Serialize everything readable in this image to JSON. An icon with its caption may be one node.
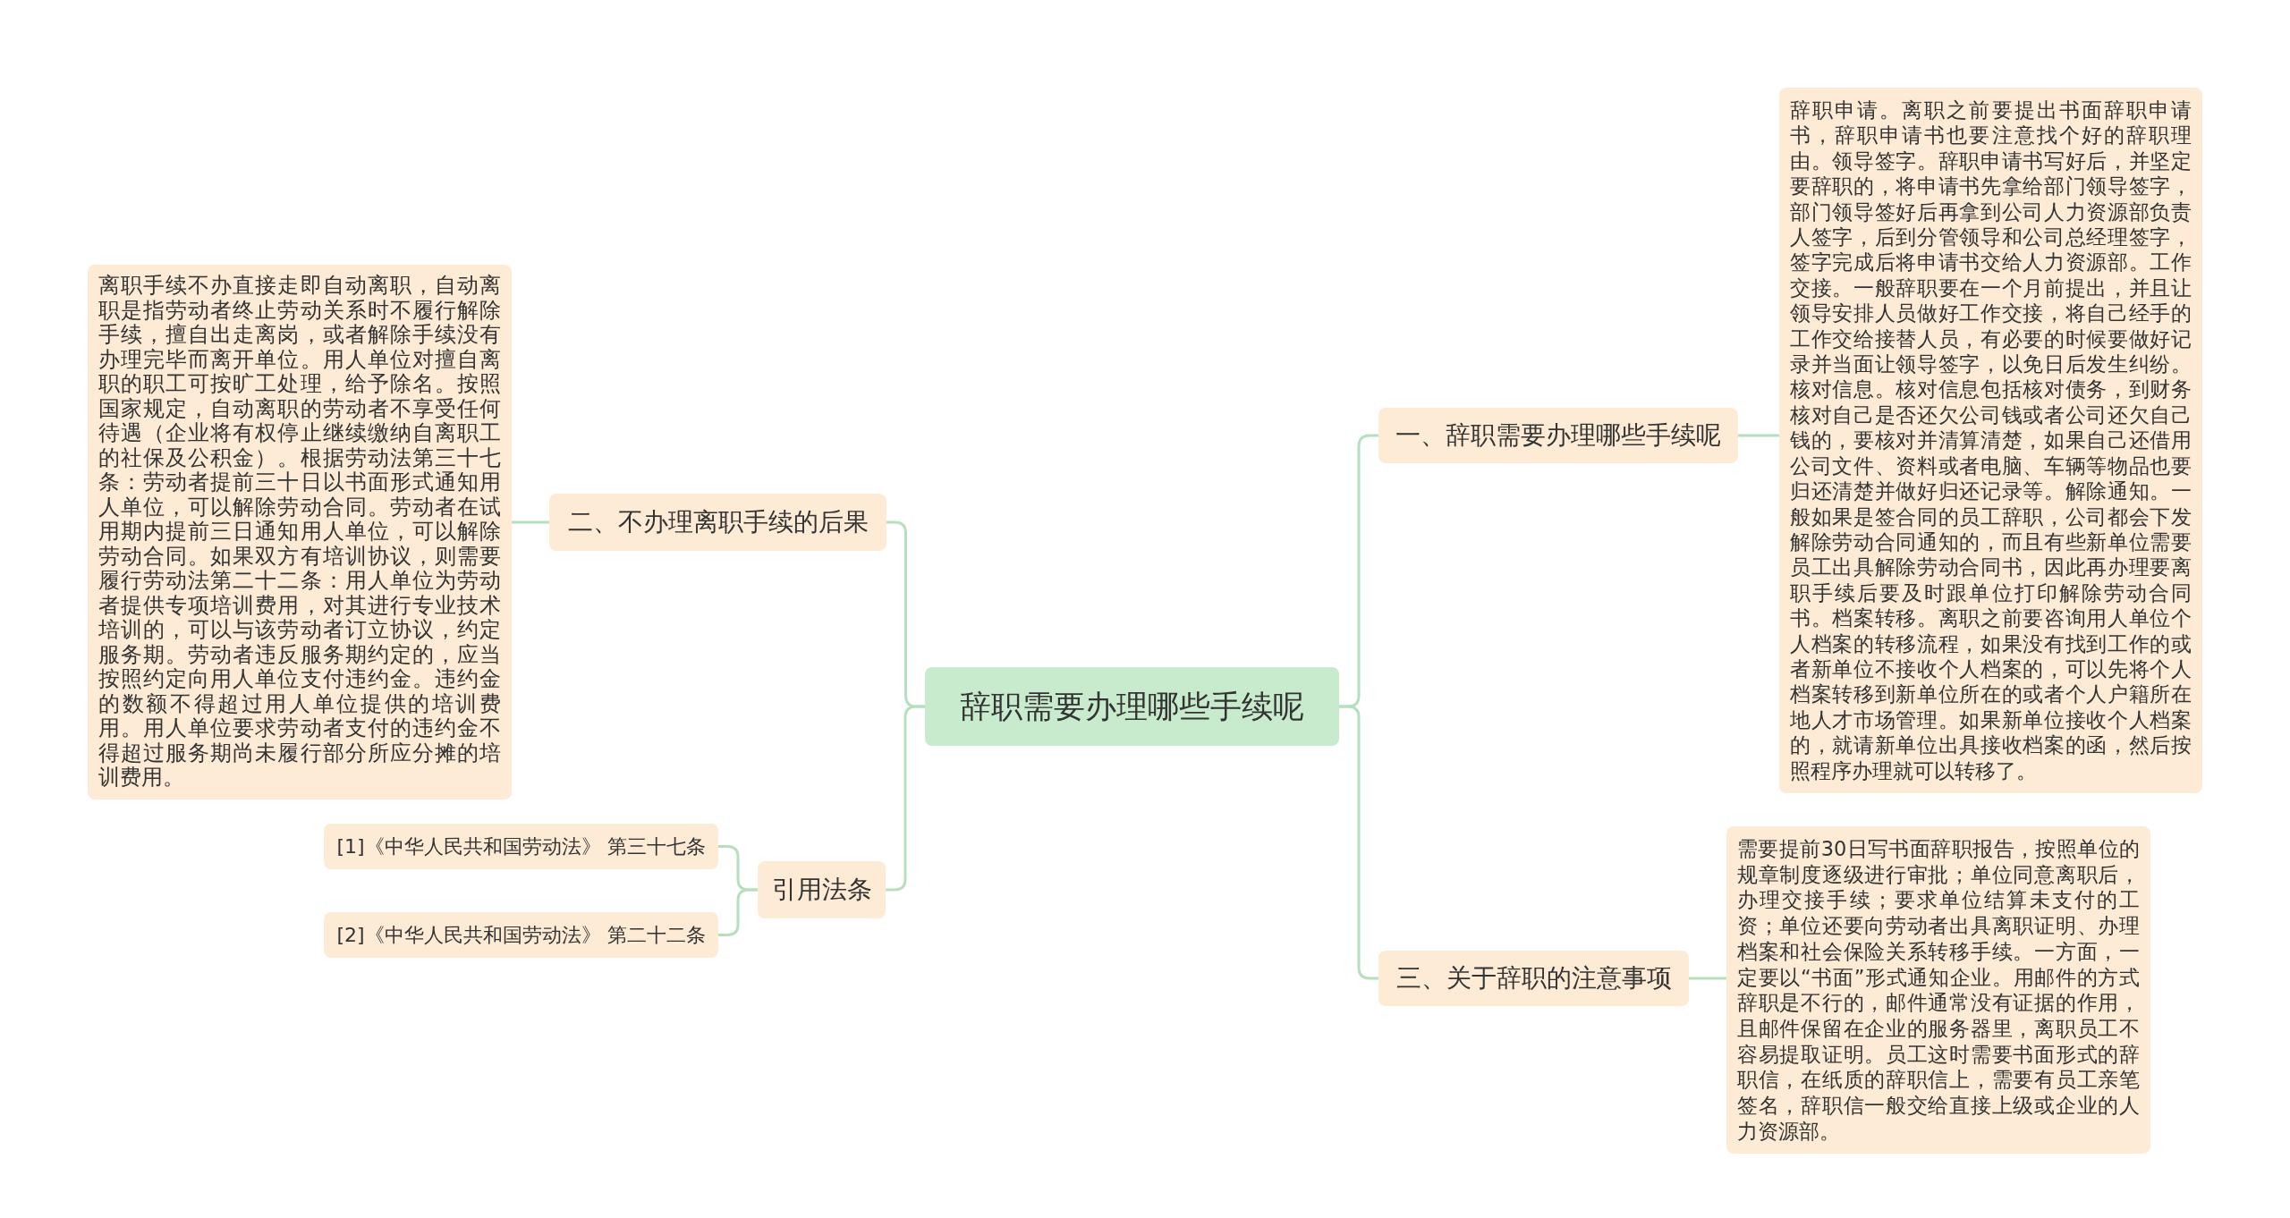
{
  "diagram": {
    "nodes": [
      {
        "text": [
          "辞职需要办理哪些手续呢"
        ]
      },
      {
        "text": [
          "一、辞职需要办理哪些手续呢"
        ]
      },
      {
        "text": [
          "辞职申请。离职之前要提出书面辞职申请书，辞职申请书也要注意找个好的辞职理由。领导签字。辞职申请书写好后，并坚定要辞职的，将申请书先拿给部门领导签字，部门领导签好后再拿到公司人力资源部负责人签字，后到分管领导和公司总经理签字，签字完成后将申请书交给人力资源部。工作交接。一般辞职要在一个月前提出，并且让领导安排人员做好工作交接，将自己经手的工作交给接替人员，有必要的时候要做好记录并当面让领导签字，以免日后发生纠纷。核对信息。核对信息包括核对债务，到财务核对自己是否还欠公司钱或者公司还欠自己钱的，要核对并清算清楚，如果自己还借用公司文件、资料或者电脑、车辆等物品也要归还清楚并做好归还记录等。解除通知。一般如果是签合同的员工辞职，公司都会下发解除劳动合同通知的，而且有些新单位需要员工出具解除劳动合同书，因此再办理要离职手续后要及时跟单位打印解除劳动合同书。档案转移。离职之前要咨询用人单位个人档案的转移流程，如果没有找到工作的或者新单位不接收个人档案的，可以先将个人档案转移到新单位所在的或者个人户籍所在地人才市场管理。如果新单位接收个人档案的，就请新单位出具接收档案的函，然后按照程序办理就可以转移了。"
        ]
      },
      {
        "text": [
          "三、关于辞职的注意事项"
        ]
      },
      {
        "text": [
          "需要提前30日写书面辞职报告，按照单位的规章制度逐级进行审批；单位同意离职后，办理交接手续；要求单位结算未支付的工资；单位还要向劳动者出具离职证明、办理档案和社会保险关系转移手续。一方面，一定要以“书面”形式通知企业。用邮件的方式辞职是不行的，邮件通常没有证据的作用，且邮件保留在企业的服务器里，离职员工不容易提取证明。员工这时需要书面形式的辞职信，在纸质的辞职信上，需要有员工亲笔签名，辞职信一般交给直接上级或企业的人力资源部。"
        ]
      },
      {
        "text": [
          "二、不办理离职手续的后果"
        ]
      },
      {
        "text": [
          "离职手续不办直接走即自动离职，自动离职是指劳动者终止劳动关系时不履行解除手续，擅自出走离岗，或者解除手续没有办理完毕而离开单位。用人单位对擅自离职的职工可按旷工处理，给予除名。按照国家规定，自动离职的劳动者不享受任何待遇（企业将有权停止继续缴纳自离职工的社保及公积金）。根据劳动法第三十七条：劳动者提前三十日以书面形式通知用人单位，可以解除劳动合同。劳动者在试用期内提前三日通知用人单位，可以解除劳动合同。如果双方有培训协议，则需要履行劳动法第二十二条：用人单位为劳动者提供专项培训费用，对其进行专业技术培训的，可以与该劳动者订立协议，约定服务期。劳动者违反服务期约定的，应当按照约定向用人单位支付违约金。违约金的数额不得超过用人单位提供的培训费用。用人单位要求劳动者支付的违约金不得超过服务期尚未履行部分所应分摊的培训费用。"
        ]
      },
      {
        "text": [
          "引用法条"
        ]
      },
      {
        "text": [
          "[1]《中华人民共和国劳动法》 第三十七条"
        ]
      },
      {
        "text": [
          "[2]《中华人民共和国劳动法》 第二十二条"
        ]
      }
    ],
    "edges": [
      {
        "from": 0,
        "to": 1,
        "arrow": "none"
      },
      {
        "from": 1,
        "to": 2,
        "arrow": "none"
      },
      {
        "from": 0,
        "to": 3,
        "arrow": "none"
      },
      {
        "from": 3,
        "to": 4,
        "arrow": "none"
      },
      {
        "from": 0,
        "to": 5,
        "arrow": "none"
      },
      {
        "from": 5,
        "to": 6,
        "arrow": "none"
      },
      {
        "from": 0,
        "to": 7,
        "arrow": "none"
      },
      {
        "from": 7,
        "to": 8,
        "arrow": "none"
      },
      {
        "from": 7,
        "to": 9,
        "arrow": "none"
      }
    ]
  }
}
